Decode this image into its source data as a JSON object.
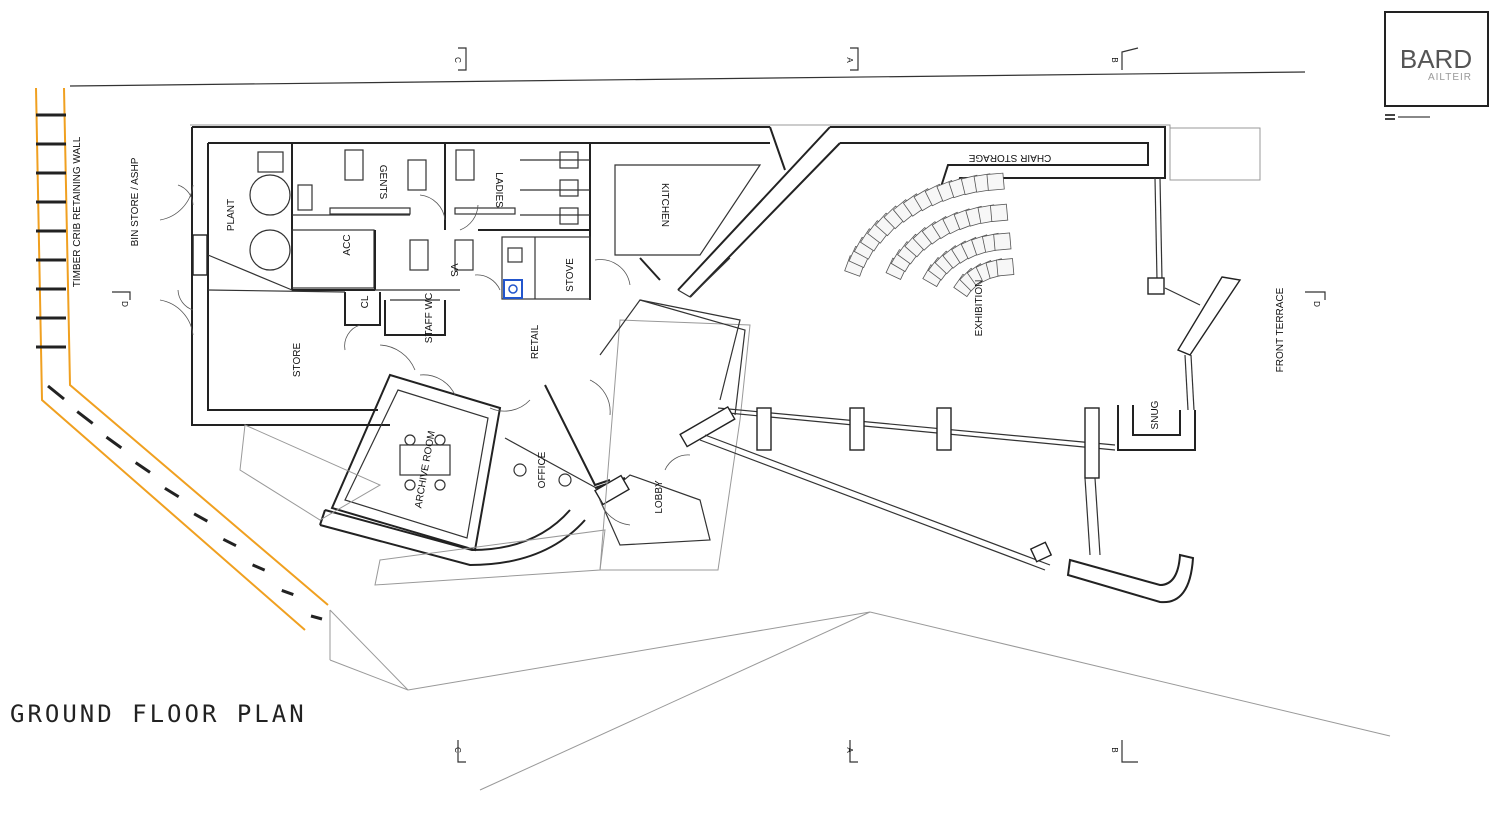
{
  "drawing": {
    "title": "GROUND FLOOR PLAN"
  },
  "logo": {
    "main": "BARD",
    "sub": "AILTEIR"
  },
  "rooms": {
    "plant": "PLANT",
    "gents": "GENTS",
    "ladies": "LADIES",
    "kitchen": "KITCHEN",
    "acc": "ACC",
    "vs": "VS",
    "stove": "STOVE",
    "cl": "CL",
    "staff_wc": "STAFF WC",
    "store": "STORE",
    "retail": "RETAIL",
    "archive_room": "ARCHIVE ROOM",
    "office": "OFFICE",
    "lobby": "LOBBY",
    "exhibition": "EXHIBITION",
    "chair_storage": "CHAIR STORAGE",
    "snug": "SNUG",
    "front_terrace": "FRONT TERRACE",
    "bin_store": "BIN STORE / ASHP",
    "retaining_wall": "TIMBER CRIB RETAINING WALL"
  },
  "section_marks": {
    "a": "A",
    "b": "B",
    "c": "C",
    "d": "D"
  },
  "colors": {
    "retaining_wall": "#f0a020",
    "stove_marker": "#2255cc",
    "walls": "#222222"
  }
}
